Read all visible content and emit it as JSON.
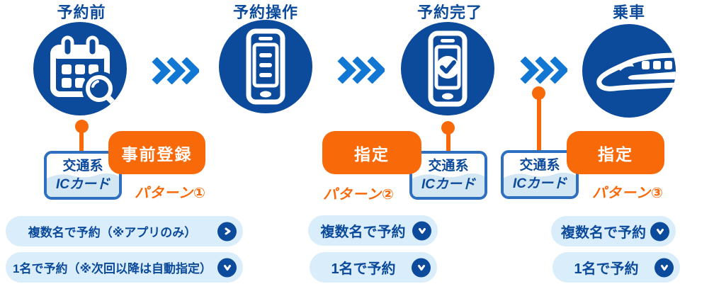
{
  "colors": {
    "navy": "#0c4a9b",
    "arrow_blue": "#1177d3",
    "orange": "#f8690a",
    "pill_bg": "#d9edfb",
    "card_border": "#2f6fbf",
    "card_wave": "#d2e6f3",
    "white": "#ffffff"
  },
  "stages": [
    {
      "title": "予約前",
      "icon": "calendar-search-icon"
    },
    {
      "title": "予約操作",
      "icon": "smartphone-icon"
    },
    {
      "title": "予約完了",
      "icon": "smartphone-check-icon"
    },
    {
      "title": "乗車",
      "icon": "shinkansen-icon"
    }
  ],
  "ic_card": {
    "line1": "交通系",
    "line2": "ICカード"
  },
  "patterns": [
    {
      "badge": "事前登録",
      "label": "パターン①"
    },
    {
      "badge": "指定",
      "label": "パターン②"
    },
    {
      "badge": "指定",
      "label": "パターン③"
    }
  ],
  "pills": [
    {
      "text": "複数名で予約（※アプリのみ）",
      "icon": "chevron-right-icon"
    },
    {
      "text": "1名で予約（※次回以降は自動指定）",
      "icon": "chevron-down-icon"
    },
    {
      "text": "複数名で予約",
      "icon": "chevron-down-icon"
    },
    {
      "text": "1名で予約",
      "icon": "chevron-down-icon"
    },
    {
      "text": "複数名で予約",
      "icon": "chevron-down-icon"
    },
    {
      "text": "1名で予約",
      "icon": "chevron-down-icon"
    }
  ]
}
